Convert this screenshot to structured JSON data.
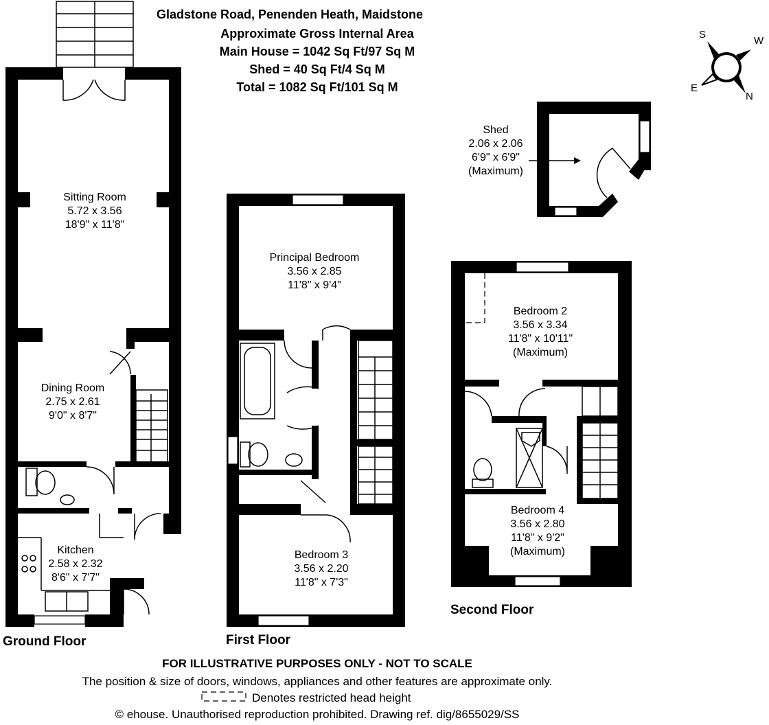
{
  "header": {
    "address": "Gladstone Road, Penenden Heath, Maidstone",
    "subtitle": "Approximate Gross Internal Area",
    "main_house": "Main House = 1042 Sq Ft/97 Sq M",
    "shed": "Shed = 40 Sq Ft/4 Sq M",
    "total": "Total = 1082 Sq Ft/101 Sq M"
  },
  "compass": {
    "s": "S",
    "w": "W",
    "e": "E",
    "n": "N"
  },
  "floors": {
    "ground": "Ground Floor",
    "first": "First Floor",
    "second": "Second Floor"
  },
  "rooms": {
    "sitting": {
      "name": "Sitting Room",
      "metric": "5.72 x 3.56",
      "imperial": "18'9\" x 11'8\""
    },
    "dining": {
      "name": "Dining Room",
      "metric": "2.75 x 2.61",
      "imperial": "9'0\" x 8'7\""
    },
    "kitchen": {
      "name": "Kitchen",
      "metric": "2.58 x 2.32",
      "imperial": "8'6\" x 7'7\""
    },
    "principal": {
      "name": "Principal Bedroom",
      "metric": "3.56 x 2.85",
      "imperial": "11'8\" x 9'4\""
    },
    "bedroom3": {
      "name": "Bedroom 3",
      "metric": "3.56 x 2.20",
      "imperial": "11'8\" x 7'3\""
    },
    "bedroom2": {
      "name": "Bedroom 2",
      "metric": "3.56 x 3.34",
      "imperial": "11'8\" x 10'11\"",
      "note": "(Maximum)"
    },
    "bedroom4": {
      "name": "Bedroom 4",
      "metric": "3.56 x 2.80",
      "imperial": "11'8\" x 9'2\"",
      "note": "(Maximum)"
    },
    "shed": {
      "name": "Shed",
      "metric": "2.06 x 2.06",
      "imperial": "6'9\" x 6'9\"",
      "note": "(Maximum)"
    }
  },
  "footer": {
    "disclaimer": "FOR ILLUSTRATIVE PURPOSES ONLY - NOT TO SCALE",
    "note": "The position & size of doors, windows, appliances and other features are approximate only.",
    "legend": "Denotes restricted head height",
    "copyright": "© ehouse. Unauthorised reproduction prohibited. Drawing ref. dig/8655029/SS"
  }
}
